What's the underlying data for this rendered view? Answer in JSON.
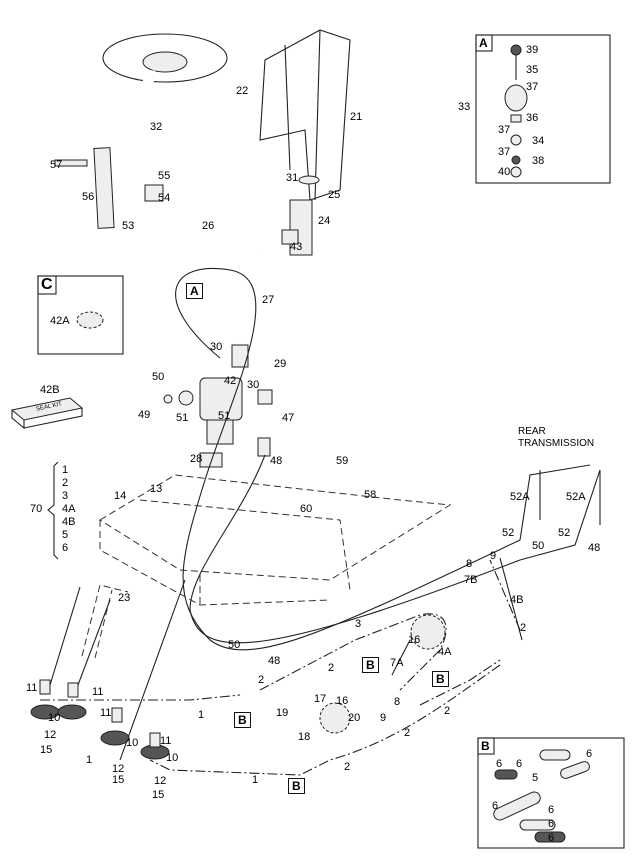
{
  "diagram": {
    "callouts": [
      "22",
      "21",
      "32",
      "57",
      "56",
      "55",
      "54",
      "53",
      "31",
      "25",
      "26",
      "24",
      "43",
      "27",
      "30",
      "29",
      "30",
      "50",
      "42",
      "49",
      "51",
      "51",
      "47",
      "28",
      "48",
      "59",
      "58",
      "60",
      "14",
      "13",
      "23",
      "50",
      "48",
      "11",
      "11",
      "11",
      "10",
      "10",
      "10",
      "11",
      "12",
      "15",
      "1",
      "12",
      "15",
      "12",
      "15",
      "1",
      "1",
      "2",
      "19",
      "17",
      "18",
      "16",
      "20",
      "3",
      "2",
      "16",
      "4A",
      "7A",
      "8",
      "9",
      "2",
      "2",
      "2",
      "52A",
      "52A",
      "52",
      "52",
      "50",
      "48",
      "9",
      "8",
      "7B",
      "4B",
      "2"
    ],
    "rear_label": [
      "REAR",
      "TRANSMISSION"
    ],
    "group_70": {
      "label": "70",
      "items": [
        "1",
        "2",
        "3",
        "4A",
        "4B",
        "5",
        "6"
      ]
    },
    "seal_kit": {
      "label": "42B",
      "text": "SEAL KIT"
    },
    "detail_refs": [
      "A",
      "B",
      "B",
      "B",
      "B"
    ],
    "inset_a": {
      "tag": "A",
      "callouts": [
        "39",
        "35",
        "37",
        "33",
        "36",
        "37",
        "34",
        "37",
        "38",
        "40"
      ]
    },
    "inset_b": {
      "tag": "B",
      "callouts": [
        "6",
        "6",
        "6",
        "5",
        "6",
        "6",
        "6",
        "6"
      ]
    },
    "inset_c": {
      "tag": "C",
      "callouts": [
        "42A"
      ]
    }
  }
}
